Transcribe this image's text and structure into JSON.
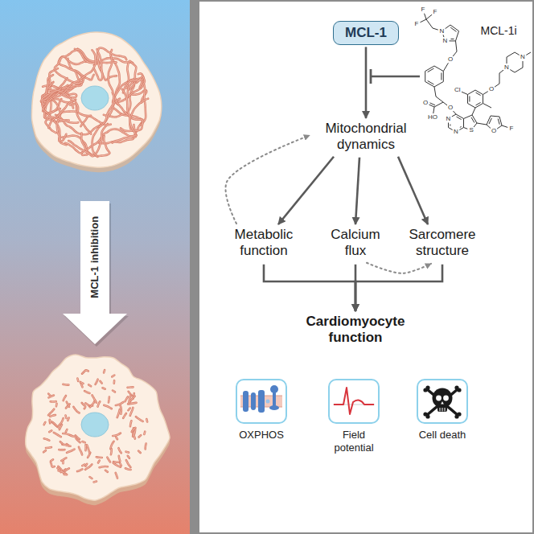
{
  "diagram": {
    "nodes": [
      {
        "text": [
          "MCL-1"
        ]
      },
      {
        "text": [
          "Mitochondrial dynamics"
        ]
      },
      {
        "text": [
          "Metabolic function"
        ]
      },
      {
        "text": [
          "Calcium flux"
        ]
      },
      {
        "text": [
          "Sarcomere structure"
        ]
      },
      {
        "text": [
          "Cardiomyocyte function"
        ]
      },
      {
        "text": [
          "OXPHOS"
        ]
      },
      {
        "text": [
          "Field potential"
        ]
      },
      {
        "text": [
          "Cell death"
        ]
      }
    ],
    "edges": [
      {
        "from": 0,
        "to": 1,
        "arrow": "to"
      },
      {
        "from": 1,
        "to": 2,
        "arrow": "to"
      },
      {
        "from": 1,
        "to": 3,
        "arrow": "to"
      },
      {
        "from": 1,
        "to": 4,
        "arrow": "to"
      },
      {
        "from": 2,
        "to": 1,
        "arrow": "to"
      },
      {
        "from": 3,
        "to": 4,
        "arrow": "to"
      },
      {
        "from": 2,
        "to": 5,
        "arrow": "to"
      },
      {
        "from": 3,
        "to": 5,
        "arrow": "to"
      },
      {
        "from": 4,
        "to": 5,
        "arrow": "to"
      }
    ],
    "labels": [
      "MCL-1 inhibition",
      "MCL-1i",
      "F",
      "F",
      "F",
      "N",
      "N",
      "O",
      "O",
      "HO",
      "O",
      "N",
      "N",
      "S",
      "O",
      "F",
      "Cl",
      "O",
      "N",
      "N"
    ]
  }
}
